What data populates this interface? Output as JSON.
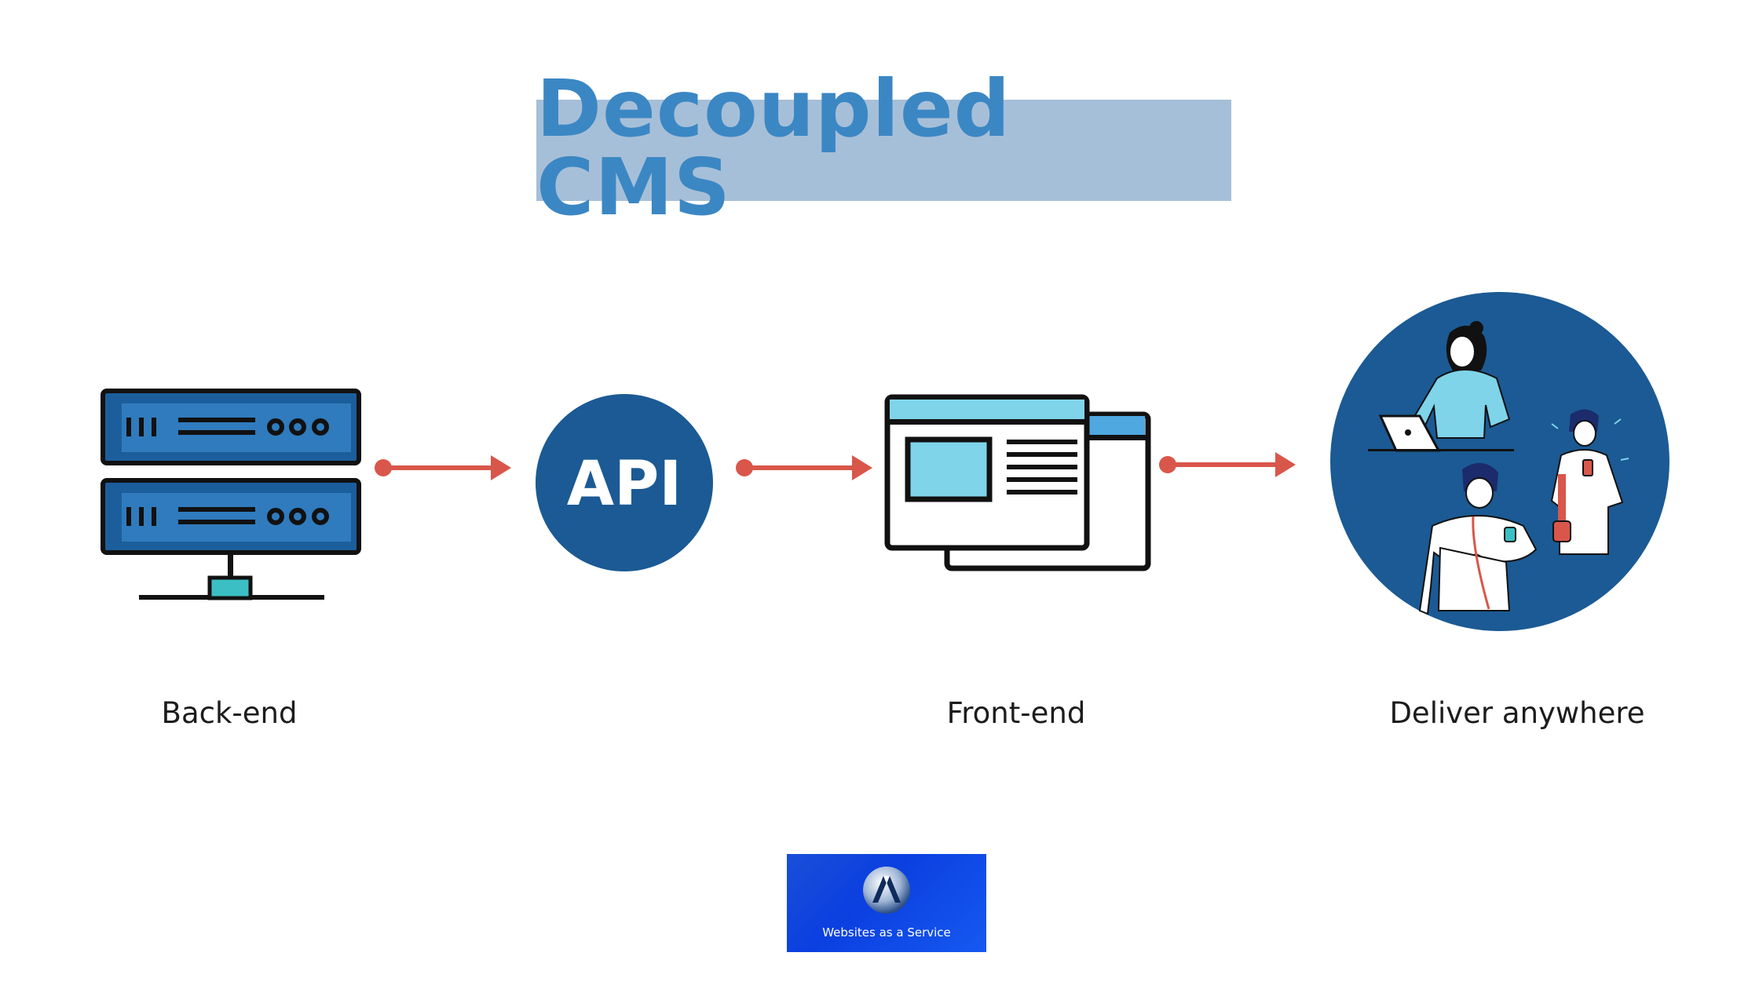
{
  "title": "Decoupled CMS",
  "nodes": {
    "backend": {
      "label": "Back-end"
    },
    "api": {
      "label": "API"
    },
    "frontend": {
      "label": "Front-end"
    },
    "deliver": {
      "label": "Deliver anywhere"
    }
  },
  "logo": {
    "caption": "Websites as a Service"
  },
  "colors": {
    "title_bg": "#a6bfd8",
    "title_text": "#3b87c4",
    "navy": "#1b5a94",
    "arrow": "#d9564a",
    "light_blue": "#7fd4ea",
    "teal": "#3bbfc4"
  },
  "icons": [
    "server-icon",
    "api-circle-icon",
    "browser-windows-icon",
    "people-devices-icon",
    "arrow-right-icon",
    "logo-w-icon"
  ]
}
